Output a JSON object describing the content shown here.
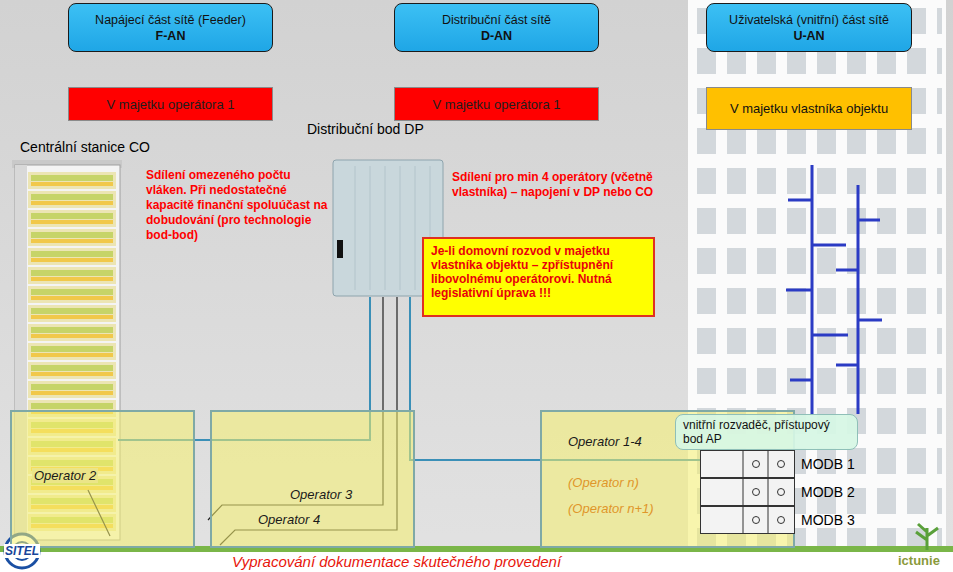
{
  "diagram": {
    "nodes": [
      {
        "text": [
          "Napájecí část sítě (Feeder)",
          "F-AN"
        ]
      },
      {
        "text": [
          "Distribuční část sítě",
          "D-AN"
        ]
      },
      {
        "text": [
          "Uživatelská (vnitřní) část sítě",
          "U-AN"
        ]
      },
      {
        "text": [
          "V majetku operátora 1"
        ]
      },
      {
        "text": [
          "V majetku operátora 1"
        ]
      },
      {
        "text": [
          "V majetku vlastníka objektu"
        ]
      },
      {
        "text": [
          "Je-li domovní rozvod v majetku vlastníka objektu – zpřístupnění libovolnému operátorovi. Nutná legislativní úprava !!!"
        ]
      },
      {
        "text": [
          "Operator 2"
        ]
      },
      {
        "text": [
          "Operator 3",
          "Operator 4"
        ]
      },
      {
        "text": [
          "Operator 1-4",
          "(Operator n)",
          "(Operator n+1)"
        ]
      },
      {
        "text": [
          "vnitřní rozvaděč, přístupový bod AP"
        ]
      },
      {
        "text": [
          "MODB 1"
        ],
        "in": 9
      },
      {
        "text": [
          "MODB 2"
        ],
        "in": 9
      },
      {
        "text": [
          "MODB 3"
        ],
        "in": 9
      }
    ],
    "labels": [
      "Centrální stanice CO",
      "Distribuční bod DP",
      "Sdílení omezeného počtu vláken. Při nedostatečné kapacitě finanční spoluúčast na dobudování (pro technologie bod-bod)",
      "Sdílení pro min 4 operátory (včetně vlastníka) – napojení v DP nebo CO",
      "Vypracování dokumentace skutečného provedení",
      "SITEL",
      "ictunie"
    ]
  }
}
